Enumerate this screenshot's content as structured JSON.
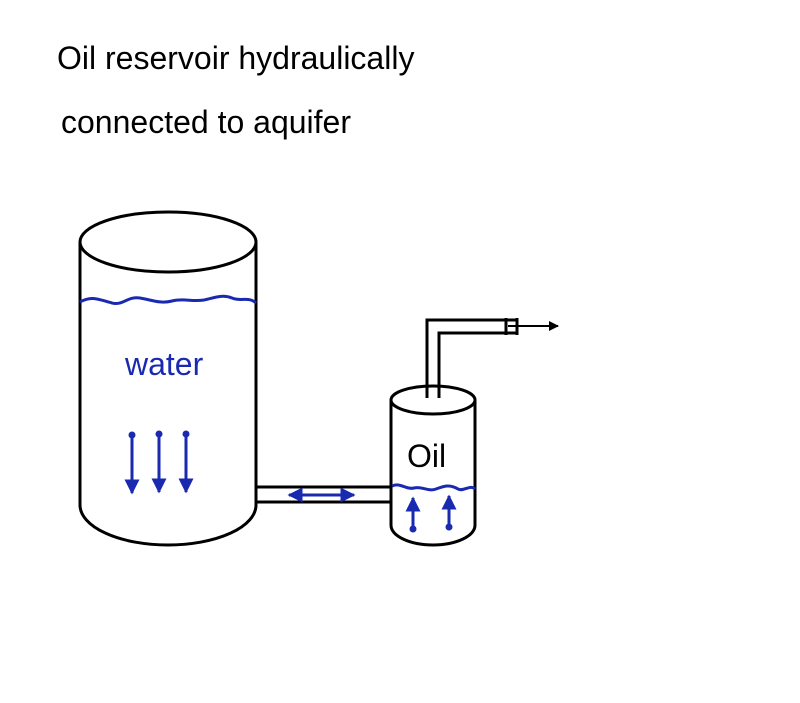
{
  "title": {
    "line1": "Oil reservoir hydraulically",
    "line2": "connected to aquifer"
  },
  "labels": {
    "water": "water",
    "oil": "Oil"
  },
  "colors": {
    "outline": "#000000",
    "fluid": "#1a2ab0",
    "background": "#ffffff"
  }
}
